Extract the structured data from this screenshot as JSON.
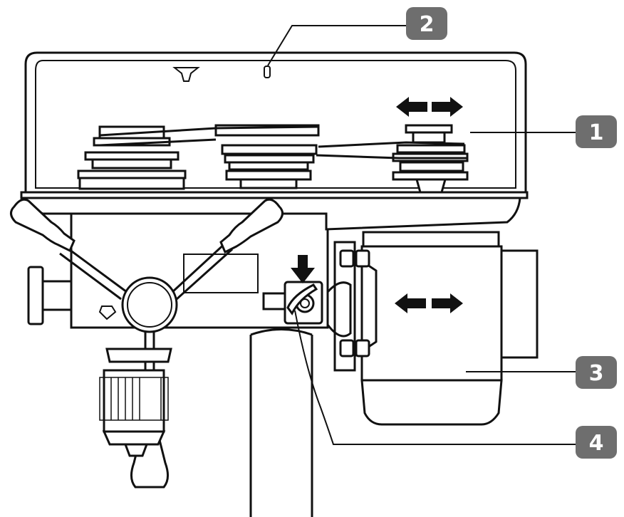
{
  "callouts": [
    {
      "id": "callout-1",
      "label": "1"
    },
    {
      "id": "callout-2",
      "label": "2"
    },
    {
      "id": "callout-3",
      "label": "3"
    },
    {
      "id": "callout-4",
      "label": "4"
    }
  ],
  "colors": {
    "line": "#111111",
    "badge": "#6e6e6e",
    "badge_text": "#ffffff",
    "background": "#ffffff"
  }
}
